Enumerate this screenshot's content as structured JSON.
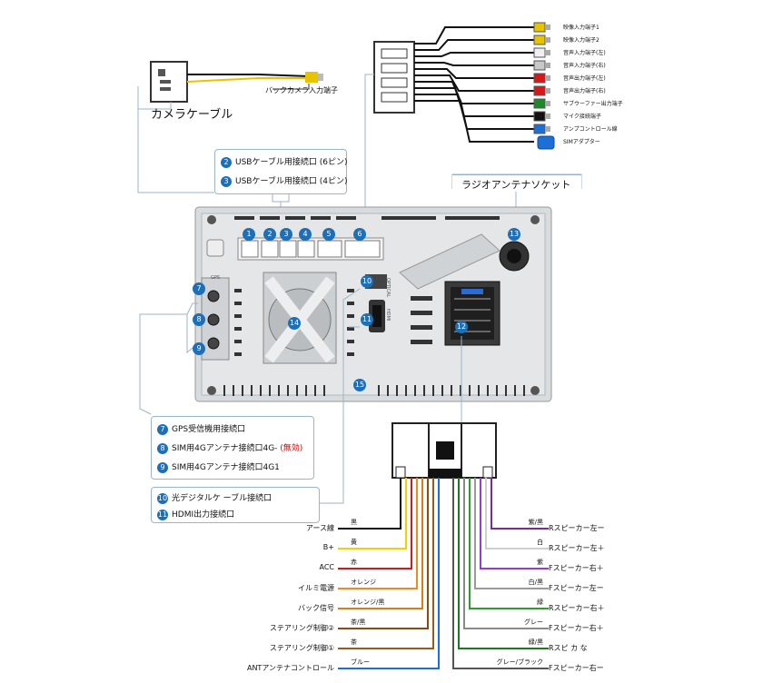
{
  "camera": {
    "title": "カメラケーブル",
    "port_label": "バックカメラ入力端子"
  },
  "rca_labels": [
    "映像入力端子1",
    "映像入力端子2",
    "音声入力端子(左)",
    "音声入力端子(右)",
    "音声出力端子(左)",
    "音声出力端子(右)",
    "サブウーファー出力端子",
    "マイク接続端子",
    "アンプコントロール線",
    "SIMアダプター"
  ],
  "usb_box": {
    "items": [
      {
        "num": "2",
        "text": "USBケーブル用接続口 (6ピン)"
      },
      {
        "num": "3",
        "text": "USBケーブル用接続口 (4ピン)"
      }
    ]
  },
  "radio_antenna": "ラジオアンテナソケット",
  "port_numbers": {
    "p1": "1",
    "p2": "2",
    "p3": "3",
    "p4": "4",
    "p5": "5",
    "p6": "6",
    "p7": "7",
    "p8": "8",
    "p9": "9",
    "p10": "10",
    "p11": "11",
    "p12": "12",
    "p13": "13",
    "p14": "14",
    "p15": "15"
  },
  "side_labels": {
    "gps": "GPS",
    "optical": "OPTICAL",
    "hdmi": "HDMI"
  },
  "gps_box": {
    "items": [
      {
        "num": "7",
        "text": "GPS受信機用接続口"
      },
      {
        "num": "8",
        "text": "SIM用4Gアンテナ接続口4G-",
        "extra": "(無効)"
      },
      {
        "num": "9",
        "text": "SIM用4Gアンテナ接続口4G1"
      }
    ]
  },
  "optical_box": {
    "items": [
      {
        "num": "10",
        "text": "光デジタルケ ーブル接続口"
      },
      {
        "num": "11",
        "text": "HDMI出力接続口"
      }
    ]
  },
  "left_wires": [
    {
      "name": "アース線",
      "color_name": "黒",
      "color": "#111111"
    },
    {
      "name": "B+",
      "color_name": "黄",
      "color": "#f2d100"
    },
    {
      "name": "ACC",
      "color_name": "赤",
      "color": "#d81818"
    },
    {
      "name": "イルミ電源",
      "color_name": "オレンジ",
      "color": "#f08a1c"
    },
    {
      "name": "バック信号",
      "color_name": "オレンジ/黒",
      "color": "#e07b12"
    },
    {
      "name": "ステアリング制御②",
      "color_name": "茶/黒",
      "color": "#8a4a10"
    },
    {
      "name": "ステアリング制御①",
      "color_name": "茶",
      "color": "#9b5a1a"
    },
    {
      "name": "ANTアンテナコントロール",
      "color_name": "ブルー",
      "color": "#1c6fd6"
    }
  ],
  "right_wires": [
    {
      "name": "Rスピーカー左ー",
      "color_name": "紫/黒",
      "color": "#7a2a9a"
    },
    {
      "name": "Rスピーカー左＋",
      "color_name": "白",
      "color": "#cfcfcf"
    },
    {
      "name": "Fスピーカー右＋",
      "color_name": "紫",
      "color": "#9b3ad2"
    },
    {
      "name": "Fスピーカー左ー",
      "color_name": "白/黒",
      "color": "#9a9a9a"
    },
    {
      "name": "Rスピーカー右＋",
      "color_name": "緑",
      "color": "#2aa02a"
    },
    {
      "name": "Fスピーカー右＋",
      "color_name": "グレー",
      "color": "#8a8a8a"
    },
    {
      "name": "Rスピ カ な",
      "color_name": "緑/黒",
      "color": "#1d7a1d"
    },
    {
      "name": "Fスピーカー右ー",
      "color_name": "グレー/ブラック",
      "color": "#555555"
    }
  ],
  "colors": {
    "accent": "#1d6fb8",
    "panel": "#cfd3d6",
    "box_border": "#9bb5c8"
  }
}
